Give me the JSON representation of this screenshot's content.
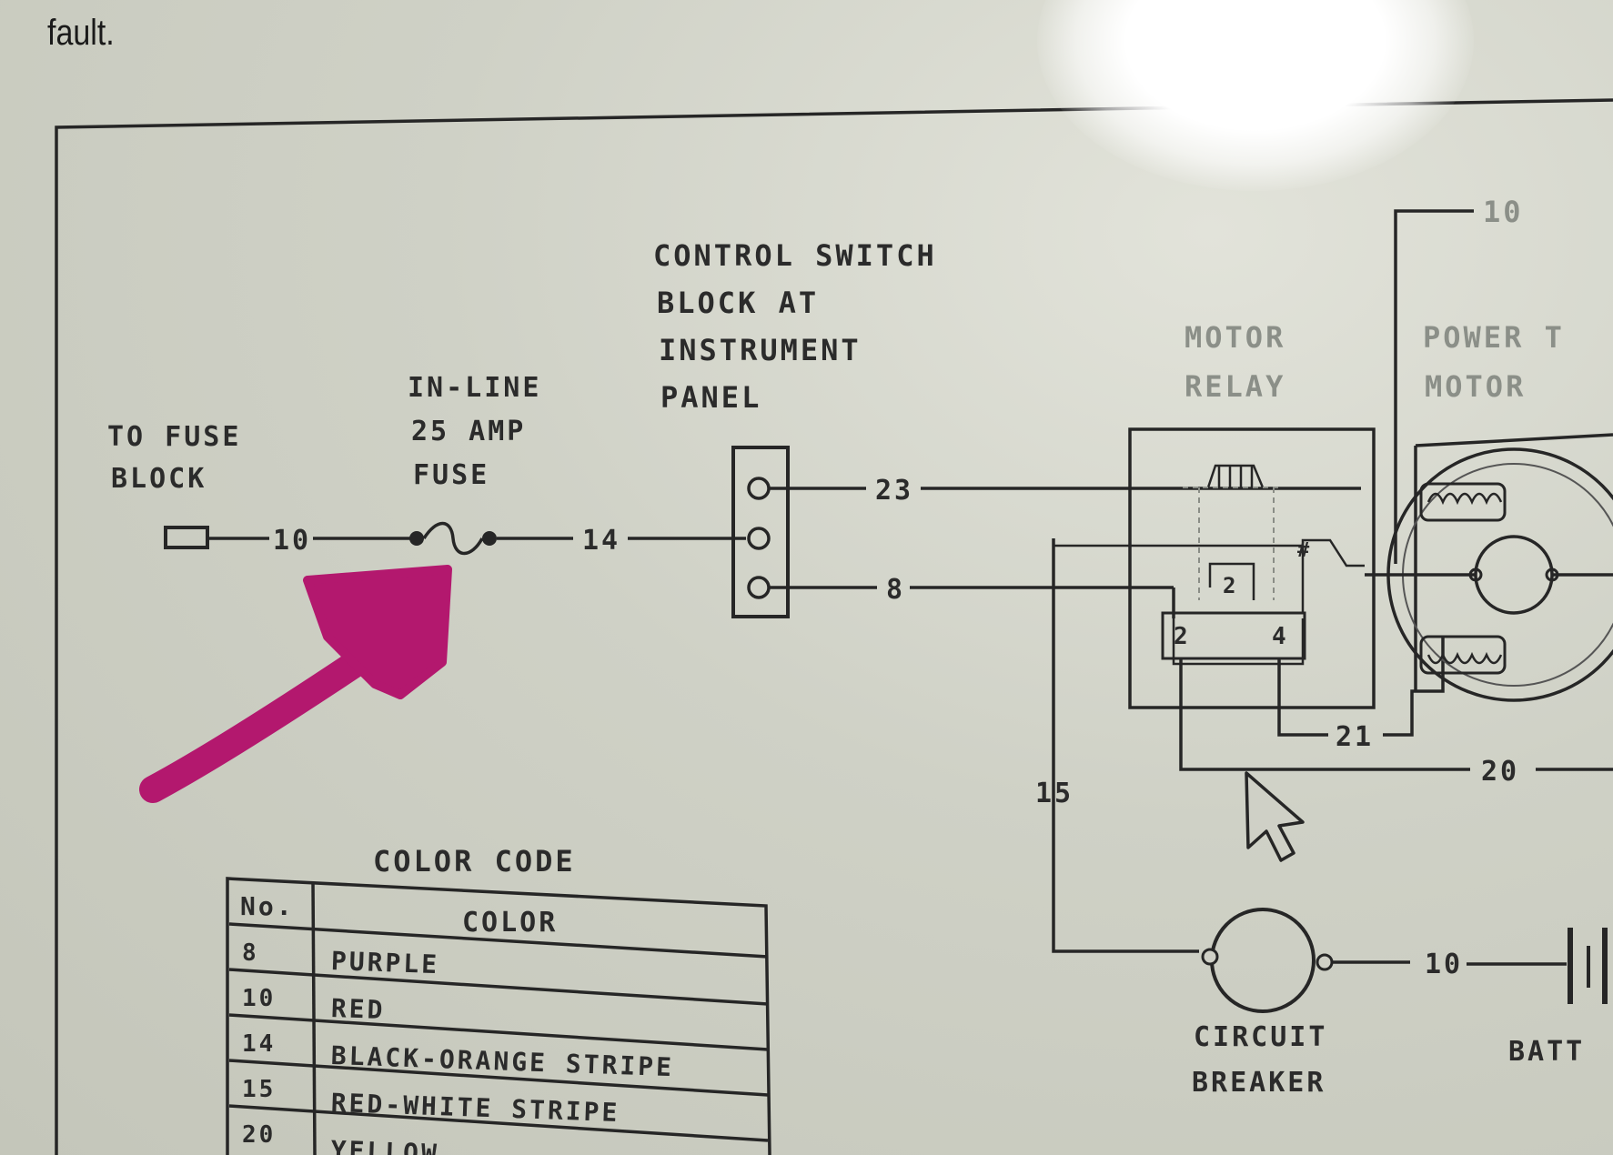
{
  "caption": "fault.",
  "labels": {
    "fuse_block": [
      "TO FUSE",
      "BLOCK"
    ],
    "inline_fuse": [
      "IN-LINE",
      "25 AMP",
      "FUSE"
    ],
    "control_switch": [
      "CONTROL SWITCH",
      "BLOCK AT",
      "INSTRUMENT",
      "PANEL"
    ],
    "motor_relay": [
      "MOTOR",
      "RELAY"
    ],
    "power_motor": [
      "POWER T",
      "MOTOR"
    ],
    "circuit_breaker": [
      "CIRCUIT",
      "BREAKER"
    ],
    "battery": "BATT"
  },
  "relay_terminals": {
    "t1": "2",
    "t2": "4",
    "t3": "2"
  },
  "wire_numbers": {
    "w_fuse_block": "10",
    "w_switch_in": "14",
    "w_switch_top": "23",
    "w_switch_bottom": "8",
    "w_power_top": "10",
    "w_relay_down": "15",
    "w_relay_bottom": "21",
    "w_ground": "20",
    "w_battery": "10"
  },
  "color_code": {
    "title": "COLOR CODE",
    "headers": [
      "No.",
      "COLOR"
    ],
    "rows": [
      {
        "no": "8",
        "color": "PURPLE"
      },
      {
        "no": "10",
        "color": "RED"
      },
      {
        "no": "14",
        "color": "BLACK-ORANGE STRIPE"
      },
      {
        "no": "15",
        "color": "RED-WHITE STRIPE"
      },
      {
        "no": "20",
        "color": "YELLOW"
      }
    ]
  },
  "annotation": {
    "arrow_color": "#b3186e",
    "target": "in-line-fuse"
  },
  "colors": {
    "screen": "#cfd0c6",
    "ink": "#262626",
    "glare": "#ffffff"
  }
}
